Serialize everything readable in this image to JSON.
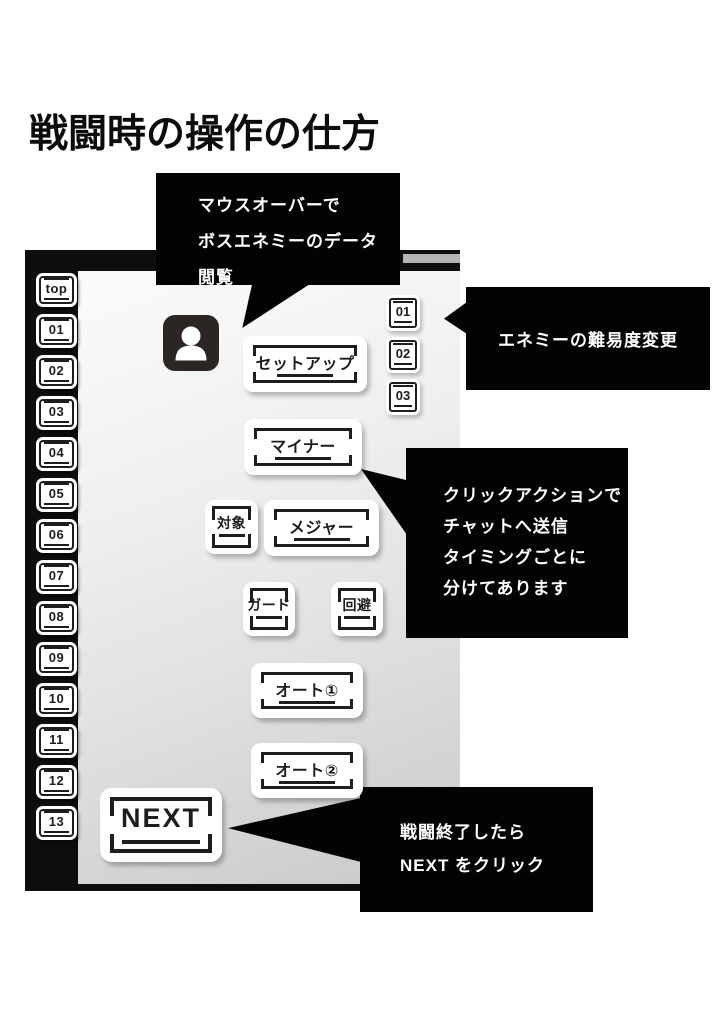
{
  "title": "戦闘時の操作の仕方",
  "sidebar": {
    "tabs": [
      "top",
      "01",
      "02",
      "03",
      "04",
      "05",
      "06",
      "07",
      "08",
      "09",
      "10",
      "11",
      "12",
      "13"
    ]
  },
  "panel": {
    "avatar_icon": "person-icon",
    "action_buttons": {
      "setup": "セットアップ",
      "minor": "マイナー",
      "target": "対象",
      "major": "メジャー",
      "guard": "ガード",
      "evade": "回避",
      "auto1": "オート①",
      "auto2": "オート②",
      "next": "NEXT"
    },
    "difficulty_buttons": [
      "01",
      "02",
      "03"
    ]
  },
  "callouts": {
    "boss_data": {
      "lines": [
        "マウスオーバーで",
        "ボスエネミーのデータ",
        "閲覧"
      ]
    },
    "difficulty": {
      "text": "エネミーの難易度変更"
    },
    "chat_action": {
      "lines": [
        "クリックアクションで",
        "チャットへ送信",
        "タイミングごとに",
        "分けてあります"
      ]
    },
    "battle_end": {
      "lines": [
        "戦闘終了したら",
        "NEXT をクリック"
      ]
    }
  },
  "colors": {
    "ink": "#1d1d1d",
    "callout_bg": "#030303",
    "panel_dark": "#0d0d0d",
    "topbar_highlight": "#b5b5b5",
    "panel_gradient_start": "#fbfbfb",
    "panel_gradient_end": "#c9c9c9"
  }
}
